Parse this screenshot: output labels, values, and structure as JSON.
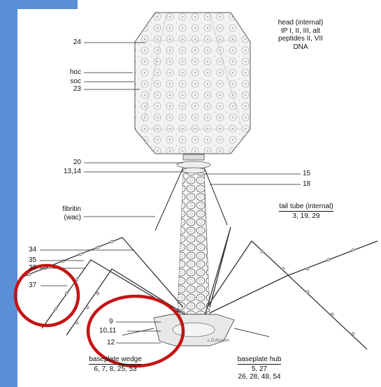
{
  "colors": {
    "sidebar": "#5B8FD6",
    "highlight_circle": "#C41414",
    "line": "#222222",
    "structure_fill": "#f2f2f2",
    "structure_stroke": "#555555"
  },
  "head_info": {
    "title": "head (internal)",
    "line1": "IP I, II, III, alt",
    "line2": "peptides II, VII",
    "line3": "DNA"
  },
  "labels": {
    "l24": "24",
    "hoc": "hoc",
    "soc": "soc",
    "l23": "23",
    "l20": "20",
    "l1314": "13,14",
    "l15": "15",
    "l18": "18",
    "fibritin": "fibritin",
    "wac": "(wac)",
    "l34": "34",
    "l35": "35",
    "l36": "36",
    "l37": "37",
    "l9": "9",
    "l1011": "10,11",
    "l12": "12"
  },
  "tail_tube": {
    "title": "tail tube (internal)",
    "proteins": "3, 19, 29"
  },
  "baseplate_wedge": {
    "title": "baseplate wedge",
    "proteins": "6, 7, 8, 25, 53"
  },
  "baseplate_hub": {
    "title": "baseplate hub",
    "line1": "5, 27",
    "line2": "26, 28, 48, 54"
  },
  "credit": "L.D.Kuzmin"
}
